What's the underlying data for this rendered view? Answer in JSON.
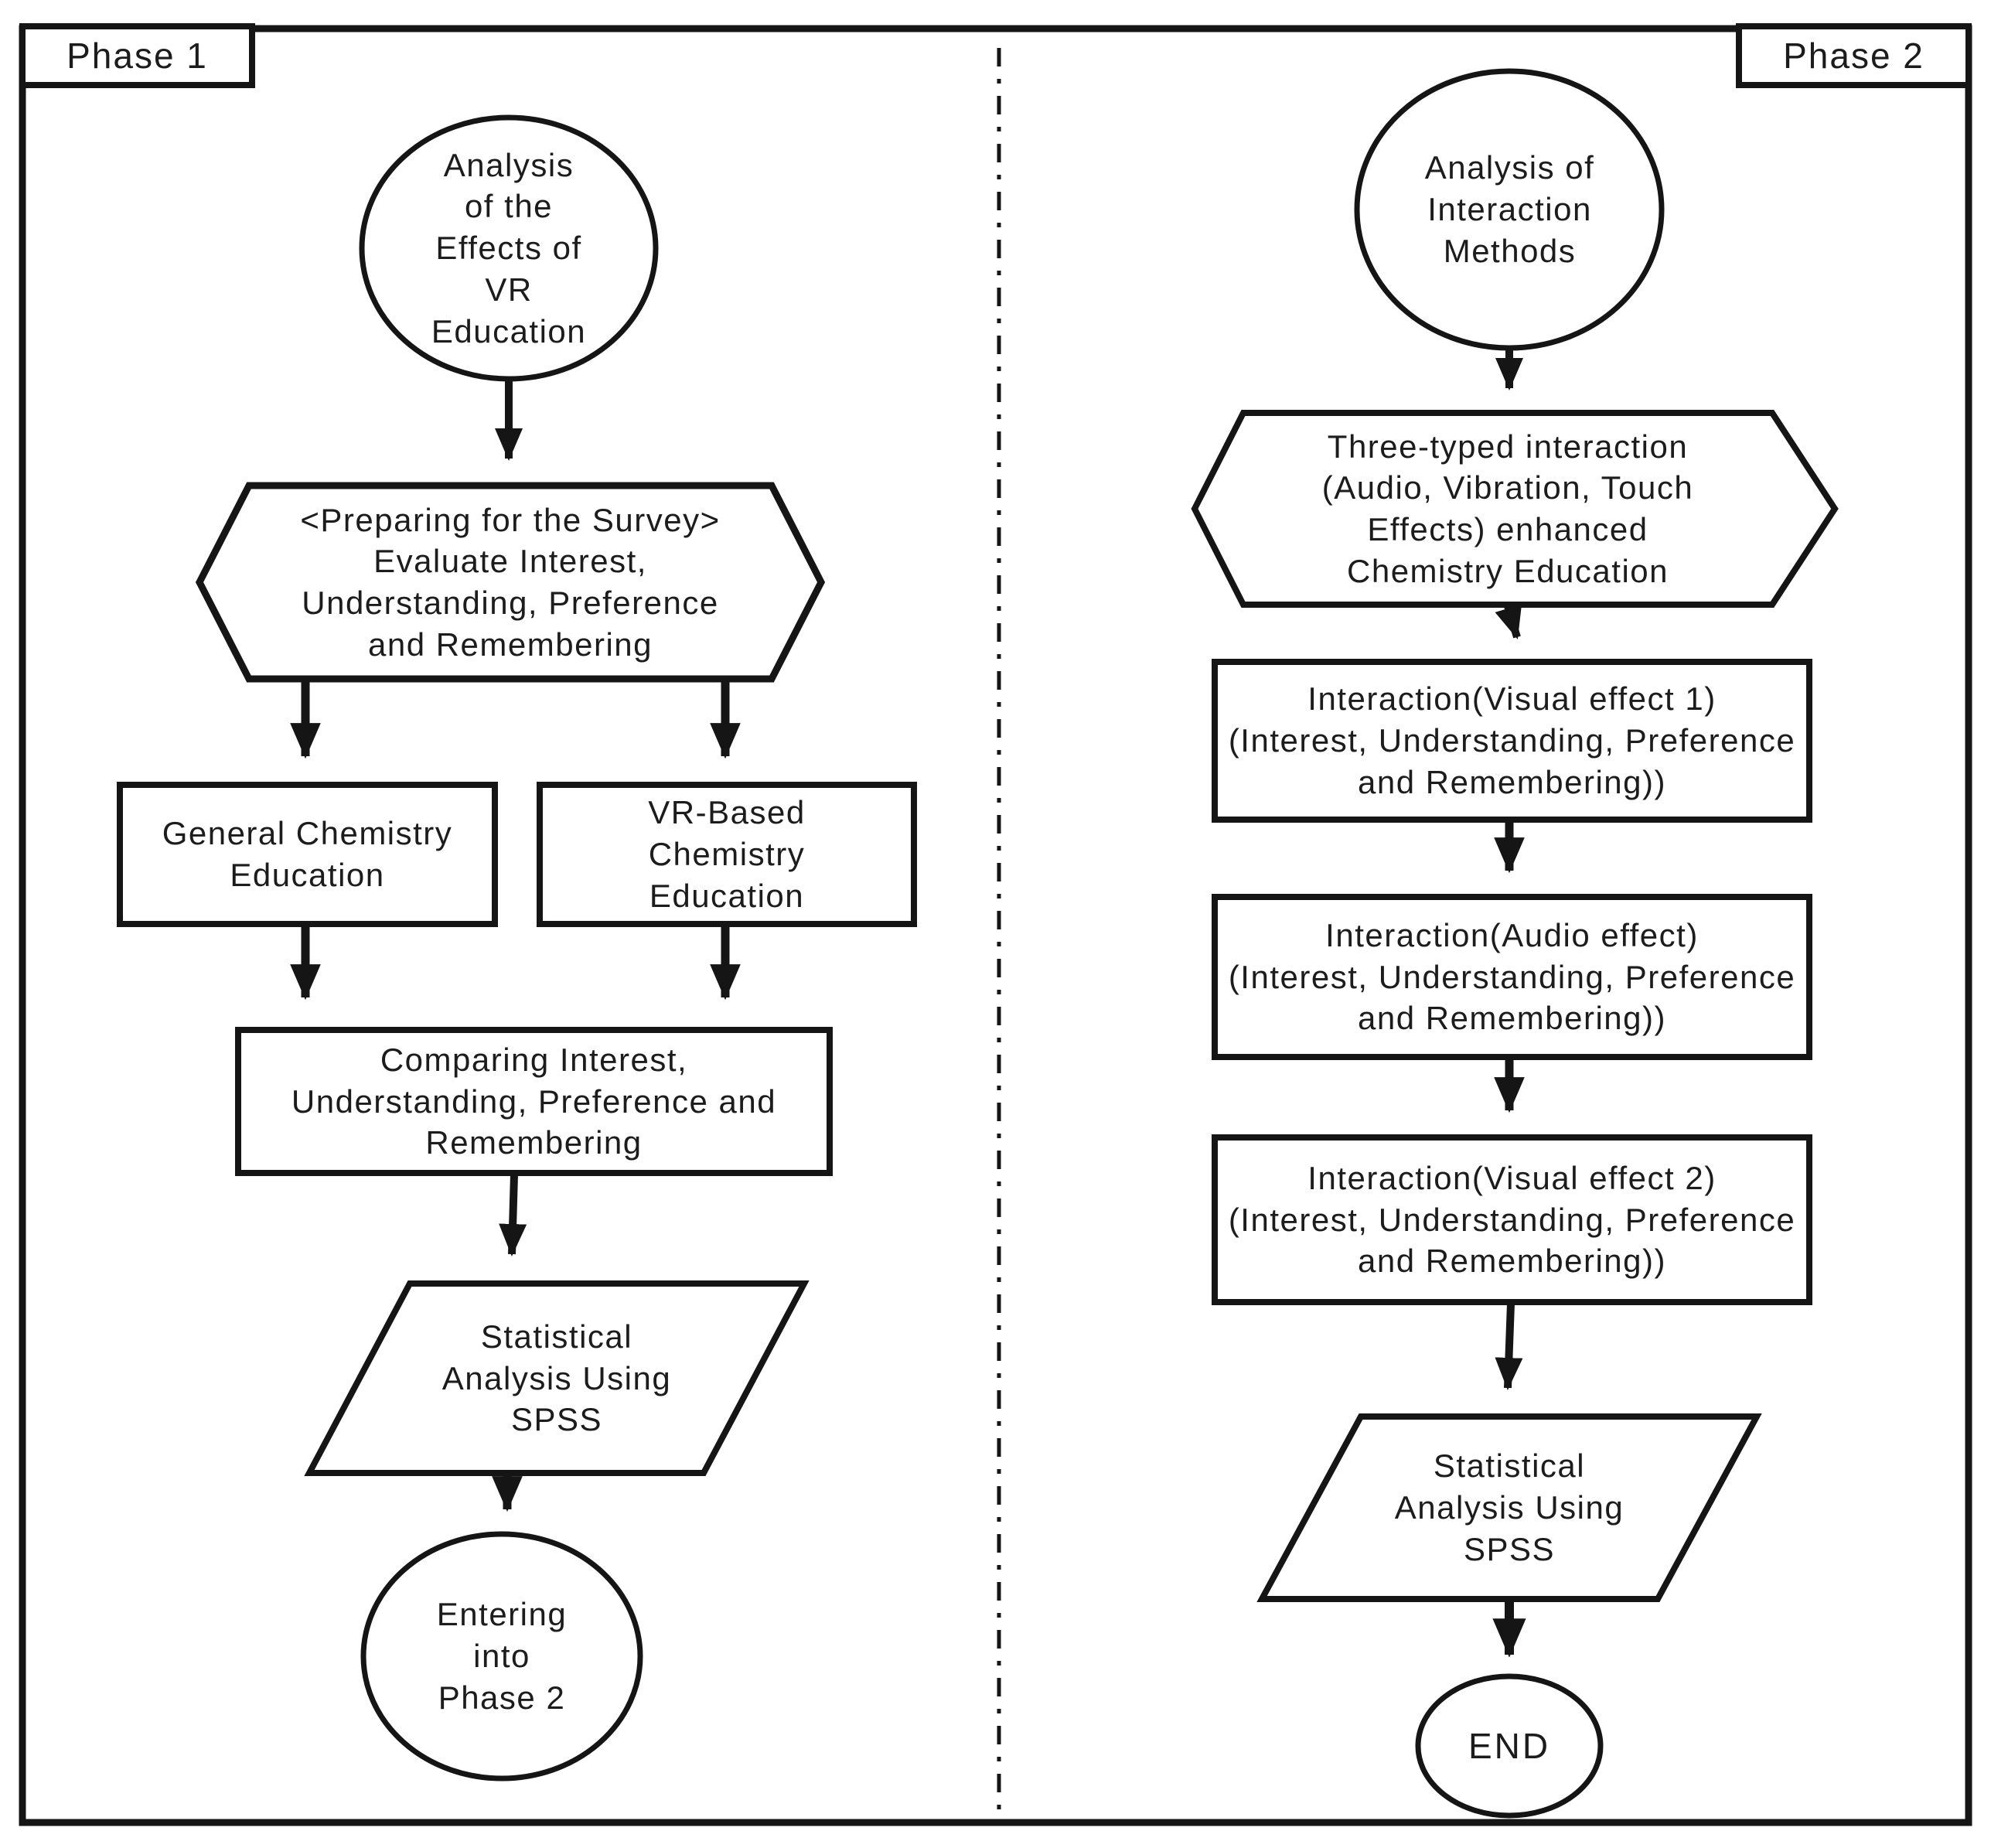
{
  "phase1": {
    "label": "Phase 1",
    "start_circle": "Analysis\nof the\nEffects of\nVR\nEducation",
    "hexagon": "<Preparing for the Survey>\nEvaluate Interest,\nUnderstanding, Preference\nand Remembering",
    "general_box": "General Chemistry\nEducation",
    "vr_box": "VR-Based\nChemistry\nEducation",
    "comparing_box": "Comparing Interest,\nUnderstanding, Preference and\nRemembering",
    "parallelogram": "Statistical\nAnalysis Using\nSPSS",
    "end_circle": "Entering\ninto\nPhase 2"
  },
  "phase2": {
    "label": "Phase 2",
    "start_circle": "Analysis of\nInteraction\nMethods",
    "hexagon": "Three-typed interaction\n(Audio, Vibration, Touch\nEffects) enhanced\nChemistry Education",
    "box1": "Interaction(Visual effect 1)\n(Interest, Understanding, Preference\nand Remembering))",
    "box2": "Interaction(Audio effect)\n(Interest, Understanding, Preference\nand Remembering))",
    "box3": "Interaction(Visual effect 2)\n(Interest, Understanding, Preference\nand Remembering))",
    "parallelogram": "Statistical\nAnalysis Using\nSPSS",
    "end_circle": "END"
  },
  "colors": {
    "ink": "#151515",
    "background": "#ffffff"
  }
}
